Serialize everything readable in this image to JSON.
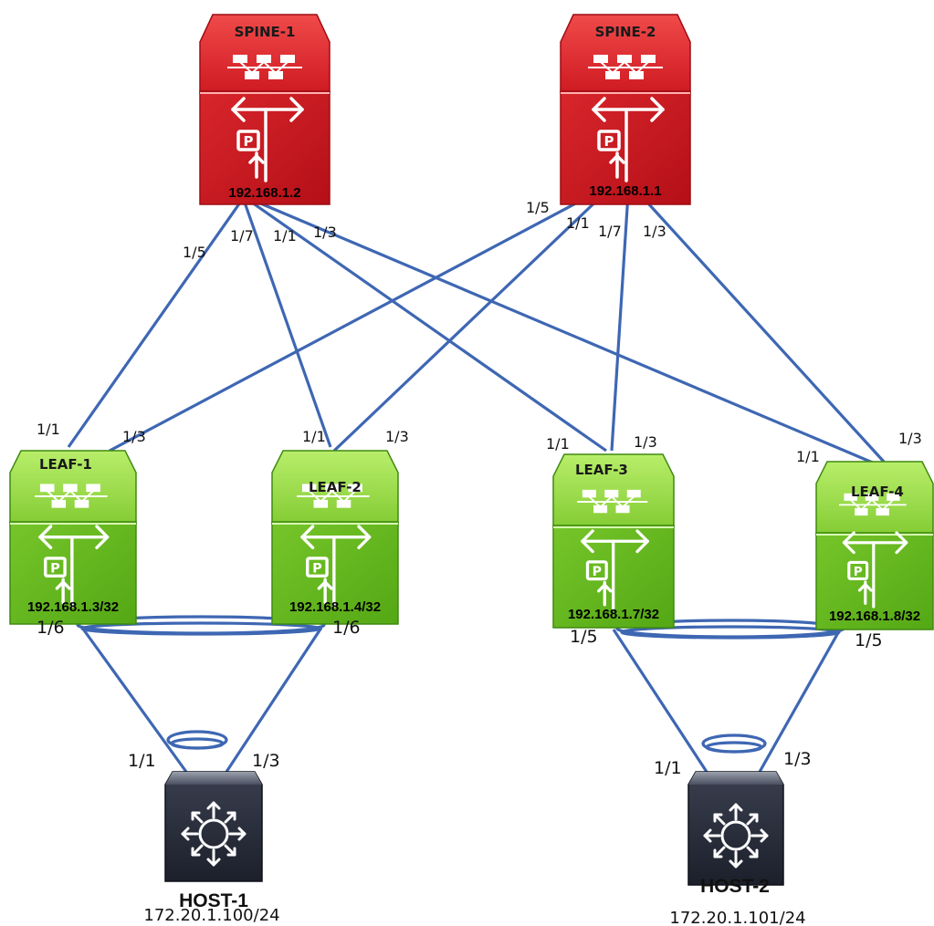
{
  "colors": {
    "link": "#3e67b3",
    "spine_top": "#d91f26",
    "spine_body": "#c8161d",
    "leaf_top": "#9fe04a",
    "leaf_body": "#63b61e",
    "host_body": "#2a2f3d"
  },
  "devices": {
    "spine1": {
      "name": "SPINE-1",
      "ip": "192.168.1.2",
      "icon": "spine-switch-icon"
    },
    "spine2": {
      "name": "SPINE-2",
      "ip": "192.168.1.1",
      "icon": "spine-switch-icon"
    },
    "leaf1": {
      "name": "LEAF-1",
      "ip": "192.168.1.3/32",
      "icon": "leaf-switch-icon"
    },
    "leaf2": {
      "name": "LEAF-2",
      "ip": "192.168.1.4/32",
      "icon": "leaf-switch-icon"
    },
    "leaf3": {
      "name": "LEAF-3",
      "ip": "192.168.1.7/32",
      "icon": "leaf-switch-icon"
    },
    "leaf4": {
      "name": "LEAF-4",
      "ip": "192.168.1.8/32",
      "icon": "leaf-switch-icon"
    },
    "host1": {
      "name": "HOST-1",
      "ip": "172.20.1.100/24",
      "icon": "router-icon"
    },
    "host2": {
      "name": "HOST-2",
      "ip": "172.20.1.101/24",
      "icon": "router-icon"
    }
  },
  "ports": {
    "spine1_leaf1": "1/5",
    "spine1_leaf2": "1/7",
    "spine1_leaf3": "1/1",
    "spine1_leaf4": "1/3",
    "spine2_leaf1": "1/5",
    "spine2_leaf2": "1/1",
    "spine2_leaf3": "1/7",
    "spine2_leaf4": "1/3",
    "leaf1_spine1": "1/1",
    "leaf1_spine2": "1/3",
    "leaf2_spine1": "1/1",
    "leaf2_spine2": "1/3",
    "leaf3_spine1": "1/1",
    "leaf3_spine2": "1/3",
    "leaf4_spine1": "1/1",
    "leaf4_spine2": "1/3",
    "leaf1_host": "1/6",
    "leaf2_host": "1/6",
    "leaf3_host": "1/5",
    "leaf4_host": "1/5",
    "host1_left": "1/1",
    "host1_right": "1/3",
    "host2_left": "1/1",
    "host2_right": "1/3"
  }
}
